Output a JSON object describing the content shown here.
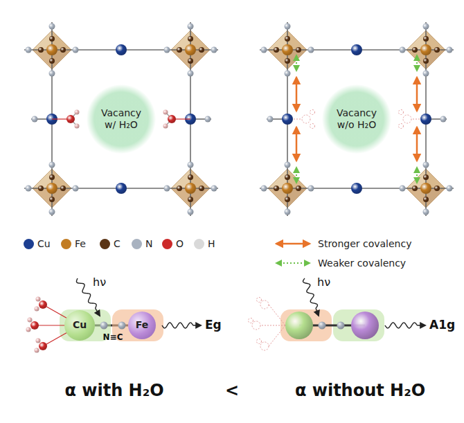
{
  "diagram": {
    "nodes": [
      {
        "text": [
          "Vacancy w/ H₂O"
        ]
      },
      {
        "text": [
          "Vacancy w/o H₂O"
        ]
      },
      {
        "text": [
          "Cu"
        ]
      },
      {
        "text": [
          "Fe"
        ]
      }
    ],
    "edges": [
      {
        "from": 2,
        "to": 3,
        "arrow": "none"
      }
    ],
    "labels": [
      "hν",
      "N≡C",
      "Eg",
      "hν",
      "A1g",
      "α with H₂O",
      "<",
      "α without H₂O"
    ],
    "legend": [
      {
        "text": "Cu",
        "color": "#1d3f91"
      },
      {
        "text": "Fe",
        "color": "#c27c22"
      },
      {
        "text": "C",
        "color": "#5b3415"
      },
      {
        "text": "N",
        "color": "#a8b2c0"
      },
      {
        "text": "O",
        "color": "#cc2a2a"
      },
      {
        "text": "H",
        "color": "#d9d9d9"
      },
      {
        "text": "Stronger covalency"
      },
      {
        "text": "Weaker covalency"
      }
    ]
  }
}
